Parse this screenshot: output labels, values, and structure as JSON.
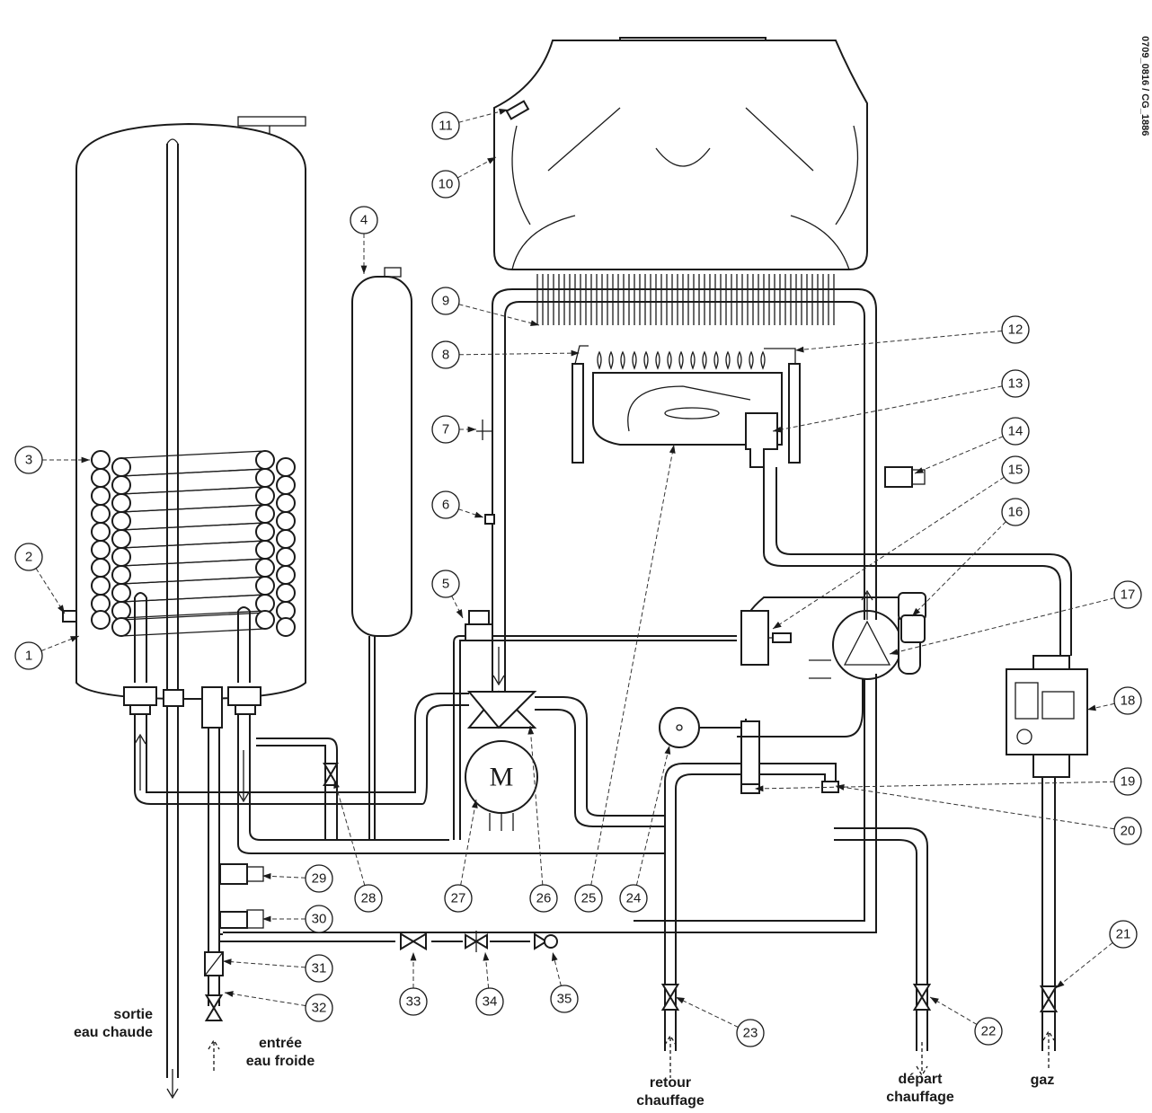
{
  "reference": "0709_0816 / CG_1886",
  "motor_label": "M",
  "numbers": [
    "1",
    "2",
    "3",
    "4",
    "5",
    "6",
    "7",
    "8",
    "9",
    "10",
    "11",
    "12",
    "13",
    "14",
    "15",
    "16",
    "17",
    "18",
    "19",
    "20",
    "21",
    "22",
    "23",
    "24",
    "25",
    "26",
    "27",
    "28",
    "29",
    "30",
    "31",
    "32",
    "33",
    "34",
    "35"
  ],
  "captions": {
    "sortie": [
      "sortie",
      "eau chaude"
    ],
    "entree": [
      "entrée",
      "eau froide"
    ],
    "retour": [
      "retour",
      "chauffage"
    ],
    "depart": [
      "départ",
      "chauffage"
    ],
    "gaz": [
      "gaz"
    ]
  }
}
